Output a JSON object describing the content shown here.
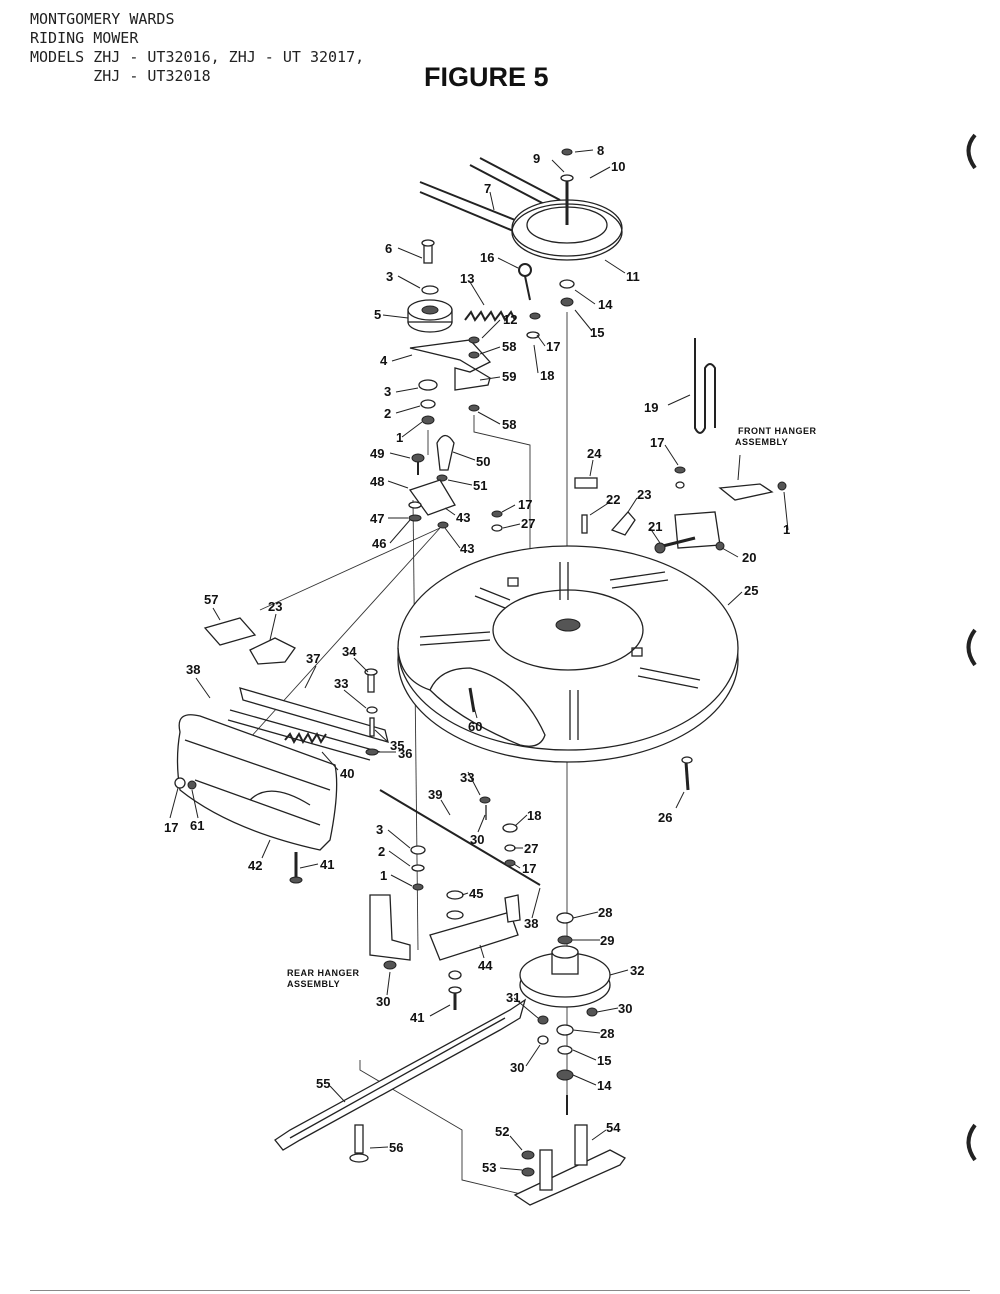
{
  "header": {
    "line1": "MONTGOMERY WARDS",
    "line2": "RIDING MOWER",
    "line3": "MODELS ZHJ - UT32016, ZHJ - UT 32017,",
    "line4": "       ZHJ - UT32018"
  },
  "figure_title": "FIGURE 5",
  "assembly_labels": {
    "front_hanger_1": "FRONT HANGER",
    "front_hanger_2": "ASSEMBLY",
    "rear_hanger_1": "REAR HANGER",
    "rear_hanger_2": "ASSEMBLY"
  },
  "callouts": [
    {
      "id": "c8",
      "text": "8"
    },
    {
      "id": "c9",
      "text": "9"
    },
    {
      "id": "c10",
      "text": "10"
    },
    {
      "id": "c7",
      "text": "7"
    },
    {
      "id": "c6",
      "text": "6"
    },
    {
      "id": "c16",
      "text": "16"
    },
    {
      "id": "c3a",
      "text": "3"
    },
    {
      "id": "c13",
      "text": "13"
    },
    {
      "id": "c11",
      "text": "11"
    },
    {
      "id": "c14a",
      "text": "14"
    },
    {
      "id": "c5",
      "text": "5"
    },
    {
      "id": "c12",
      "text": "12"
    },
    {
      "id": "c15a",
      "text": "15"
    },
    {
      "id": "c17a",
      "text": "17"
    },
    {
      "id": "c58a",
      "text": "58"
    },
    {
      "id": "c4",
      "text": "4"
    },
    {
      "id": "c18a",
      "text": "18"
    },
    {
      "id": "c59",
      "text": "59"
    },
    {
      "id": "c3b",
      "text": "3"
    },
    {
      "id": "c2a",
      "text": "2"
    },
    {
      "id": "c19",
      "text": "19"
    },
    {
      "id": "c58b",
      "text": "58"
    },
    {
      "id": "c1a",
      "text": "1"
    },
    {
      "id": "c17b",
      "text": "17"
    },
    {
      "id": "c49",
      "text": "49"
    },
    {
      "id": "c50",
      "text": "50"
    },
    {
      "id": "c24",
      "text": "24"
    },
    {
      "id": "c48",
      "text": "48"
    },
    {
      "id": "c51",
      "text": "51"
    },
    {
      "id": "c23a",
      "text": "23"
    },
    {
      "id": "c22",
      "text": "22"
    },
    {
      "id": "c17c",
      "text": "17"
    },
    {
      "id": "c43a",
      "text": "43"
    },
    {
      "id": "c1b",
      "text": "1"
    },
    {
      "id": "c47",
      "text": "47"
    },
    {
      "id": "c27a",
      "text": "27"
    },
    {
      "id": "c21",
      "text": "21"
    },
    {
      "id": "c46",
      "text": "46"
    },
    {
      "id": "c43b",
      "text": "43"
    },
    {
      "id": "c20",
      "text": "20"
    },
    {
      "id": "c25",
      "text": "25"
    },
    {
      "id": "c57",
      "text": "57"
    },
    {
      "id": "c23b",
      "text": "23"
    },
    {
      "id": "c34",
      "text": "34"
    },
    {
      "id": "c37",
      "text": "37"
    },
    {
      "id": "c38a",
      "text": "38"
    },
    {
      "id": "c33a",
      "text": "33"
    },
    {
      "id": "c60",
      "text": "60"
    },
    {
      "id": "c35",
      "text": "35"
    },
    {
      "id": "c36",
      "text": "36"
    },
    {
      "id": "c33b",
      "text": "33"
    },
    {
      "id": "c40",
      "text": "40"
    },
    {
      "id": "c26",
      "text": "26"
    },
    {
      "id": "c17d",
      "text": "17"
    },
    {
      "id": "c61",
      "text": "61"
    },
    {
      "id": "c39",
      "text": "39"
    },
    {
      "id": "c30a",
      "text": "30"
    },
    {
      "id": "c18b",
      "text": "18"
    },
    {
      "id": "c3c",
      "text": "3"
    },
    {
      "id": "c27b",
      "text": "27"
    },
    {
      "id": "c42",
      "text": "42"
    },
    {
      "id": "c41a",
      "text": "41"
    },
    {
      "id": "c2b",
      "text": "2"
    },
    {
      "id": "c17e",
      "text": "17"
    },
    {
      "id": "c1c",
      "text": "1"
    },
    {
      "id": "c45",
      "text": "45"
    },
    {
      "id": "c38b",
      "text": "38"
    },
    {
      "id": "c28a",
      "text": "28"
    },
    {
      "id": "c29",
      "text": "29"
    },
    {
      "id": "c44",
      "text": "44"
    },
    {
      "id": "c32",
      "text": "32"
    },
    {
      "id": "c30b",
      "text": "30"
    },
    {
      "id": "c31",
      "text": "31"
    },
    {
      "id": "c30c",
      "text": "30"
    },
    {
      "id": "c41b",
      "text": "41"
    },
    {
      "id": "c28b",
      "text": "28"
    },
    {
      "id": "c30d",
      "text": "30"
    },
    {
      "id": "c15b",
      "text": "15"
    },
    {
      "id": "c14b",
      "text": "14"
    },
    {
      "id": "c55",
      "text": "55"
    },
    {
      "id": "c52",
      "text": "52"
    },
    {
      "id": "c54",
      "text": "54"
    },
    {
      "id": "c56",
      "text": "56"
    },
    {
      "id": "c53",
      "text": "53"
    }
  ]
}
